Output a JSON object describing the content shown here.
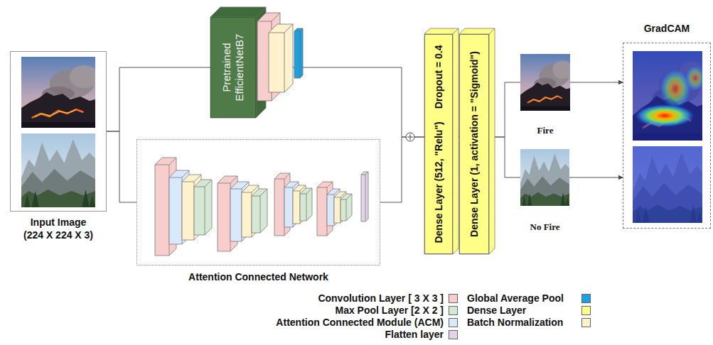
{
  "diagram": {
    "nodes": [
      {
        "text": [
          "Input Image (224 X 224 X 3)"
        ]
      },
      {
        "text": [
          "Pretrained EfficientNetB7"
        ]
      },
      {
        "text": [
          "Attention Connected Network"
        ]
      },
      {
        "text": [
          "Dense Layer (512, \"Relu\")",
          "Dropout = 0.4"
        ]
      },
      {
        "text": [
          "Dense Layer (1, activation = \"Sigmoid\")"
        ]
      },
      {
        "text": [
          "Fire"
        ]
      },
      {
        "text": [
          "No Fire"
        ]
      },
      {
        "text": [
          "GradCAM"
        ]
      }
    ],
    "edges": [
      {
        "from": 0,
        "to": 1,
        "arrow": "none"
      },
      {
        "from": 0,
        "to": 2,
        "arrow": "none"
      },
      {
        "from": 1,
        "to": 3,
        "arrow": "none"
      },
      {
        "from": 2,
        "to": 3,
        "arrow": "none"
      },
      {
        "from": 3,
        "to": 4,
        "arrow": "none"
      },
      {
        "from": 4,
        "to": 5,
        "arrow": "none"
      },
      {
        "from": 4,
        "to": 6,
        "arrow": "none"
      },
      {
        "from": 5,
        "to": 7,
        "arrow": "to"
      },
      {
        "from": 6,
        "to": 7,
        "arrow": "to"
      }
    ],
    "legend": [
      {
        "text": "Convolution Layer [ 3 X 3 ]",
        "color": "#f8cecc"
      },
      {
        "text": "Max Pool Layer [2 X 2 ]",
        "color": "#d5e8d4"
      },
      {
        "text": "Attention Connected Module (ACM)",
        "color": "#dae8fc"
      },
      {
        "text": "Flatten layer",
        "color": "#e1d5e7"
      },
      {
        "text": "Global Average Pool",
        "color": "#1ba1e2"
      },
      {
        "text": "Dense Layer",
        "color": "#ffff88"
      },
      {
        "text": "Batch Normalization",
        "color": "#fff2cc"
      }
    ]
  }
}
